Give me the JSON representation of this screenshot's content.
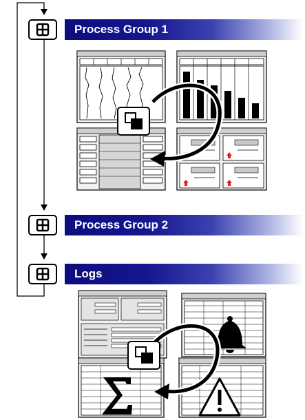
{
  "groups": [
    {
      "label": "Process Group 1"
    },
    {
      "label": "Process Group 2"
    },
    {
      "label": "Logs"
    }
  ],
  "icons": {
    "group_button": "grid-button-icon",
    "switch": "window-switch-icon",
    "bell": "bell-icon",
    "sigma": "sigma-icon",
    "warning": "warning-triangle-icon"
  },
  "colors": {
    "banner_dark": "#0d0d80",
    "banner_light": "#ffffff",
    "window_fill": "#f1f1f1",
    "outline": "#000000"
  }
}
